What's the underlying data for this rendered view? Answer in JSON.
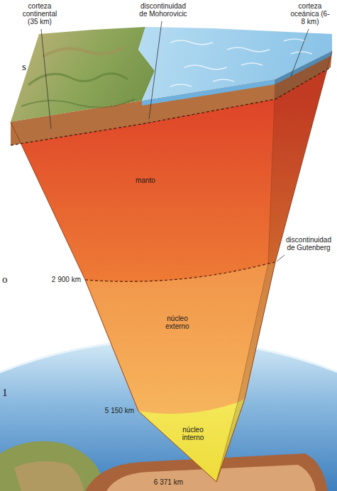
{
  "diagram": {
    "nodes": [
      {
        "text": [
          "manto"
        ]
      },
      {
        "text": [
          "núcleo externo"
        ]
      },
      {
        "text": [
          "núcleo interno"
        ]
      }
    ],
    "labels": [
      "corteza continental (35 km)",
      "discontinuidad de Mohorovicic",
      "corteza oceánica (6-8 km)",
      "s",
      "discontinuidad de Gutenberg",
      "2 900 km",
      "o",
      "5 150 km",
      "1",
      "6 371 km"
    ]
  }
}
